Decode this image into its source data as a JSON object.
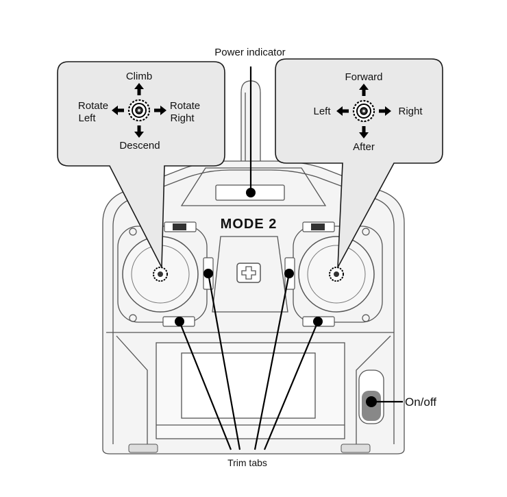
{
  "labels": {
    "power_indicator": "Power indicator",
    "mode": "MODE 2",
    "on_off": "On/off",
    "trim_tabs": "Trim tabs"
  },
  "left_callout": {
    "up": "Climb",
    "down": "Descend",
    "left_line1": "Rotate",
    "left_line2": "Left",
    "right_line1": "Rotate",
    "right_line2": "Right"
  },
  "right_callout": {
    "up": "Forward",
    "down": "After",
    "left": "Left",
    "right": "Right"
  },
  "icons": [
    "joystick-icon",
    "arrow-up-icon",
    "arrow-down-icon",
    "arrow-left-icon",
    "arrow-right-icon",
    "cross-pad-icon"
  ]
}
